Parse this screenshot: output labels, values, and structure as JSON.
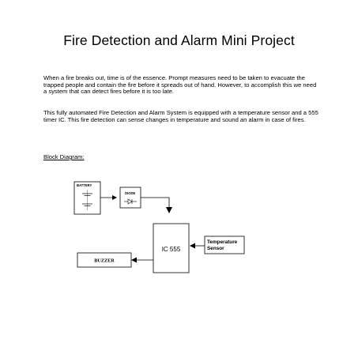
{
  "document": {
    "title": "Fire Detection and Alarm Mini Project",
    "paragraphs": [
      "When a fire breaks out, time is of the essence. Prompt measures need to be taken to evacuate the trapped people and contain the fire before it spreads out of hand. However,  to accomplish this we need a system that can detect fires before it is too late.",
      "This fully automated  Fire Detection and Alarm System is equipped with a temperature sensor and a 555 timer IC. This fire detection can sense changes in temperature and sound an alarm in case of fires."
    ],
    "block_heading": "Block Diagram:"
  },
  "diagram": {
    "battery_label": "BATTERY",
    "diode_label": "DIODE",
    "ic_label": "IC 555",
    "sensor_label_line1": "Temperature",
    "sensor_label_line2": "Sensor",
    "buzzer_label": "BUZZER"
  }
}
